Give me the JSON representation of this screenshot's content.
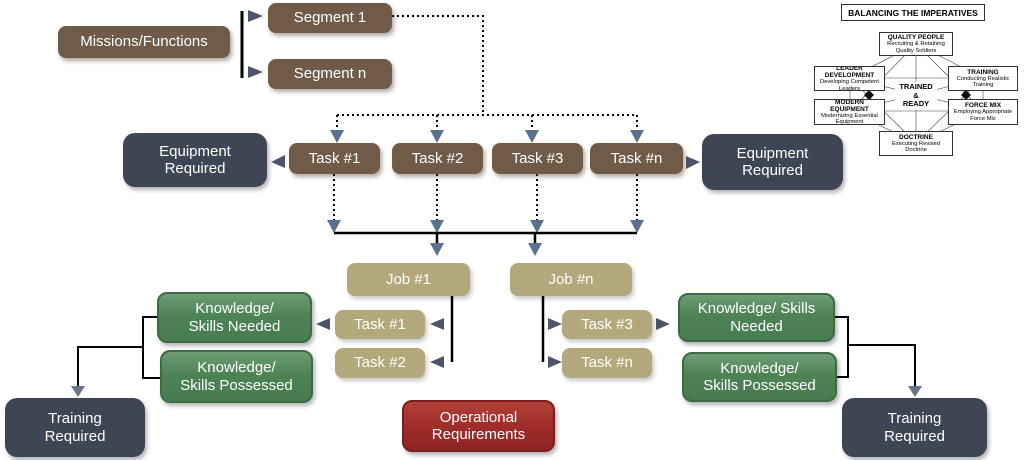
{
  "colors": {
    "brown_box": "#6f5b47",
    "tan_box": "#b2a87b",
    "slate_box": "#3e4554",
    "green_box": "#4e8356",
    "red_box": "#a02d2a",
    "dotted_arrowhead": "#5a7290",
    "solid_arrowhead": "#4d5668",
    "bracket_arrowhead": "#6a7484",
    "line": "#000000",
    "background": "#ffffff"
  },
  "flow": {
    "missions": "Missions/Functions",
    "segment_1": "Segment 1",
    "segment_n": "Segment n",
    "equipment_left": [
      "Equipment",
      "Required"
    ],
    "tasks": [
      "Task #1",
      "Task #2",
      "Task #3",
      "Task #n"
    ],
    "equipment_right": [
      "Equipment",
      "Required"
    ],
    "job_1": "Job #1",
    "job_n": "Job #n",
    "job1_tasks": [
      "Task #1",
      "Task #2"
    ],
    "jobn_tasks": [
      "Task #3",
      "Task #n"
    ],
    "ks_needed_left": [
      "Knowledge/",
      "Skills Needed"
    ],
    "ks_possessed_left": [
      "Knowledge/",
      "Skills Possessed"
    ],
    "ks_needed_right": [
      "Knowledge/ Skills",
      "Needed"
    ],
    "ks_possessed_right": [
      "Knowledge/",
      "Skills Possessed"
    ],
    "training_left": [
      "Training",
      "Required"
    ],
    "training_right": [
      "Training",
      "Required"
    ],
    "operational": [
      "Operational",
      "Requirements"
    ]
  },
  "imperatives": {
    "title": "BALANCING THE IMPERATIVES",
    "center": [
      "TRAINED",
      "&",
      "READY"
    ],
    "nodes": [
      {
        "title": "QUALITY PEOPLE",
        "sub": "Recruiting & Retaining Quality Soldiers"
      },
      {
        "title": "LEADER DEVELOPMENT",
        "sub": "Developing Competent Leaders"
      },
      {
        "title": "TRAINING",
        "sub": "Conducting Realistic Training"
      },
      {
        "title": "MODERN EQUIPMENT",
        "sub": "Modernizing Essential Equipment"
      },
      {
        "title": "FORCE MIX",
        "sub": "Employing Appropriate Force Mix"
      },
      {
        "title": "DOCTRINE",
        "sub": "Executing Revised Doctrine"
      }
    ]
  }
}
